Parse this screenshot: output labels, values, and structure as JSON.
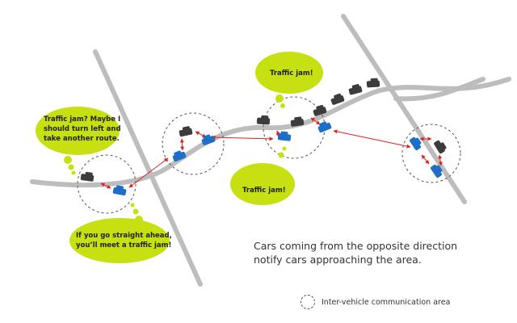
{
  "bubbles": {
    "left_top": [
      "Traffic jam? Maybe I",
      "should turn left and",
      "take another route."
    ],
    "left_bottom": [
      "If you go straight ahead,",
      "you’ll meet a traffic jam!"
    ],
    "center_top": [
      "Traffic jam!"
    ],
    "center_bottom": [
      "Traffic jam!"
    ]
  },
  "caption": {
    "line1": "Cars coming from the opposite direction",
    "line2": "notify cars approaching the area."
  },
  "legend": {
    "label": "Inter-vehicle communication area"
  },
  "colors": {
    "bubble": "#c6e012",
    "road": "#bdbdbd",
    "car_blue": "#1f6fc8",
    "car_dark": "#3c3c3c",
    "arrow": "#e02020"
  }
}
